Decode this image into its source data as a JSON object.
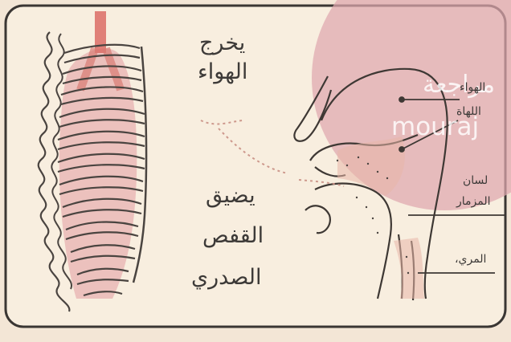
{
  "labels": {
    "air_out_line1": "يخرج",
    "air_out_line2": "الهواء",
    "contract_line1": "يضيق",
    "contract_line2": "القفص",
    "contract_line3": "الصدري"
  },
  "parts": {
    "air": "الهواء",
    "pharynx": "اللهاة",
    "epiglottis_line1": "لسان",
    "epiglottis_line2": "المزمار",
    "esophagus": "المري،"
  },
  "watermark": {
    "arabic": "مراجعة",
    "latin": "mouraj"
  },
  "colors": {
    "background": "#f3e6d6",
    "frame": "#3a3633",
    "ink": "#3d3a38",
    "lung_pink": "#e7a3a0",
    "trachea": "#dc6c66",
    "watermark_circle": "#dfa7ae"
  }
}
